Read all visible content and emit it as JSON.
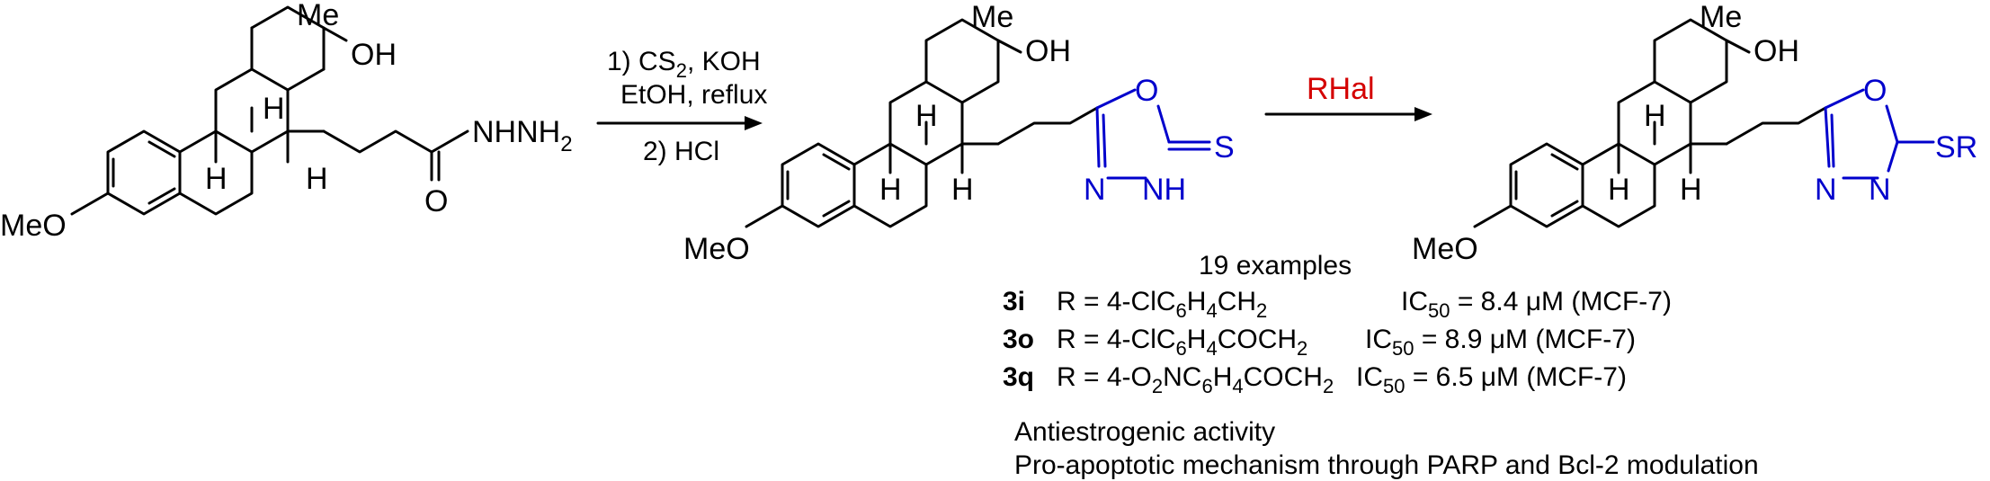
{
  "reaction": {
    "step1_conditions": [
      "1) CS",
      "2",
      ", KOH",
      "EtOH, reflux",
      "2) HCl"
    ],
    "step2_reagent": "RHal"
  },
  "atoms": {
    "me": "Me",
    "oh": "OH",
    "meo": "MeO",
    "h": "H",
    "nhnh2": "NHNH",
    "sub2": "2",
    "o": "O",
    "n": "N",
    "nh": "NH",
    "s": "S",
    "sr": "SR"
  },
  "results": {
    "examples": "19 examples",
    "compounds": [
      {
        "id": "3i",
        "r_prefix": "R = 4-ClC",
        "r_parts": [
          "6",
          "H",
          "4",
          "CH",
          "2"
        ],
        "ic50_label": "IC",
        "ic50_sub": "50",
        "ic50_value": " = 8.4 μM (MCF-7)"
      },
      {
        "id": "3o",
        "r_prefix": "R = 4-ClC",
        "r_parts": [
          "6",
          "H",
          "4",
          "COCH",
          "2"
        ],
        "ic50_label": "IC",
        "ic50_sub": "50",
        "ic50_value": " = 8.9 μM (MCF-7)"
      },
      {
        "id": "3q",
        "r_prefix": "R = 4-O",
        "r_parts": [
          "2",
          "NC",
          "6",
          "H",
          "4",
          "COCH",
          "2"
        ],
        "ic50_label": "IC",
        "ic50_sub": "50",
        "ic50_value": " = 6.5 μM (MCF-7)"
      }
    ],
    "notes": [
      "Antiestrogenic activity",
      "Pro-apoptotic mechanism through PARP and Bcl-2 modulation"
    ]
  }
}
